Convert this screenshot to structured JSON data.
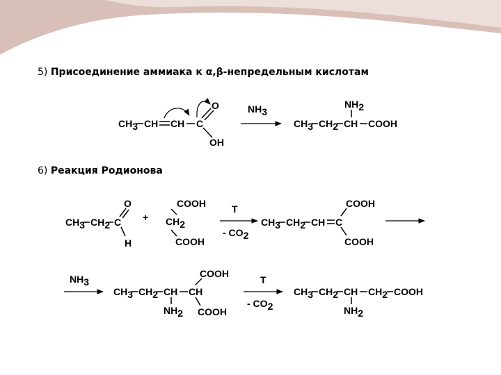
{
  "section5": {
    "number": "5)",
    "title": "Присоединение аммиака к α,β-непредельным кислотам",
    "reactant": {
      "carbonyl_o": "O",
      "hydroxyl": "OH",
      "chain": [
        "CH",
        "3",
        "CH",
        "CH",
        "C"
      ]
    },
    "reagent": {
      "main": "NH",
      "sub": "3"
    },
    "product": {
      "amino": {
        "main": "NH",
        "sub": "2"
      },
      "chain": [
        "CH",
        "3",
        "CH",
        "2",
        "CH",
        "COOH"
      ]
    }
  },
  "section6": {
    "number": "6)",
    "title": "Реакция Родионова",
    "aldehyde": {
      "o": "O",
      "h": "H",
      "chain": [
        "CH",
        "3",
        "CH",
        "2",
        "C"
      ]
    },
    "plus": "+",
    "malonic": {
      "top": "COOH",
      "mid_main": "CH",
      "mid_sub": "2",
      "bottom": "COOH"
    },
    "cond1": {
      "top": "T",
      "bottom_main": "- CO",
      "bottom_sub": "2"
    },
    "intermediate1": {
      "chain": [
        "CH",
        "3",
        "CH",
        "2",
        "CH",
        "C"
      ],
      "top": "COOH",
      "bottom": "COOH"
    },
    "reagent2": {
      "main": "NH",
      "sub": "3"
    },
    "intermediate2": {
      "chain": [
        "CH",
        "3",
        "CH",
        "2",
        "CH",
        "CH"
      ],
      "top": "COOH",
      "amino_main": "NH",
      "amino_sub": "2",
      "bottom": "COOH"
    },
    "cond2": {
      "top": "T",
      "bottom_main": "- CO",
      "bottom_sub": "2"
    },
    "product": {
      "chain": [
        "CH",
        "3",
        "CH",
        "2",
        "CH",
        "CH",
        "2",
        "COOH"
      ],
      "amino_main": "NH",
      "amino_sub": "2"
    }
  },
  "colors": {
    "banner_top": "#c9a9a0",
    "banner_light": "#e8d8d2",
    "ink": "#000000"
  }
}
